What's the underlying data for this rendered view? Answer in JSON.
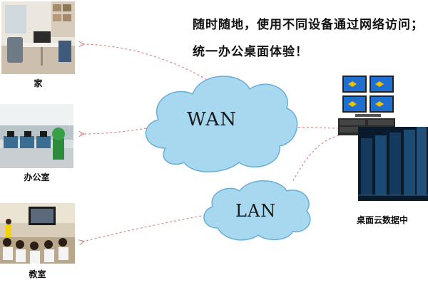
{
  "headline": {
    "line1": "随时随地，使用不同设备通过网络访问；",
    "line2": "统一办公桌面体验！"
  },
  "locations": [
    {
      "label": "家"
    },
    {
      "label": "办公室"
    },
    {
      "label": "教室"
    }
  ],
  "clouds": {
    "wan": "WAN",
    "lan": "LAN"
  },
  "datacenter": {
    "label": "桌面云数据中"
  },
  "colors": {
    "cloud_fill": "#a8d8f0",
    "cloud_stroke": "#6aaed6",
    "link_line": "#d98a8a",
    "monitor_screen": "#1f6fd1"
  },
  "icons": [
    "home-photo",
    "office-photo",
    "classroom-photo",
    "monitor-wall-icon",
    "server-rack-icon"
  ]
}
